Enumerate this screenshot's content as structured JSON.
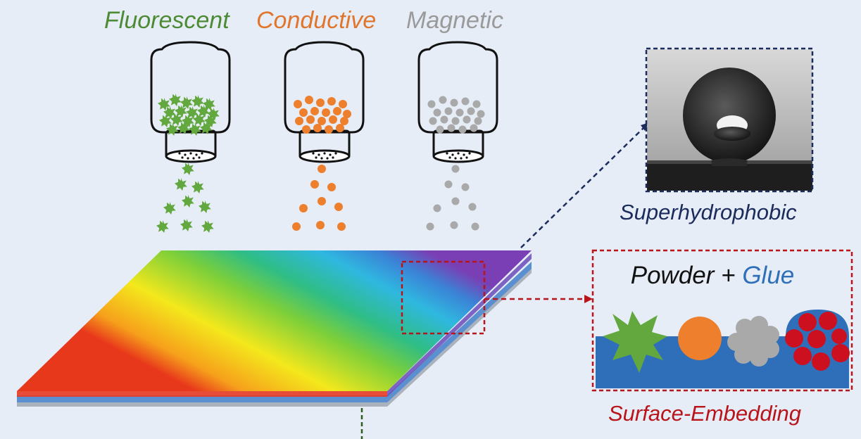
{
  "powders": [
    {
      "name": "Fluorescent",
      "color": "#4c8a34",
      "particle_color": "#62a83e",
      "shape": "star-icon"
    },
    {
      "name": "Conductive",
      "color": "#e0762e",
      "particle_color": "#ee7f2c",
      "shape": "circle-icon"
    },
    {
      "name": "Magnetic",
      "color": "#9a9a9a",
      "particle_color": "#a9a9a9",
      "shape": "blob-icon"
    }
  ],
  "superhydrophobic": {
    "label": "Superhydrophobic",
    "color": "#1b2c5c"
  },
  "embedding_inset": {
    "title_powder": "Powder",
    "title_plus": "+",
    "title_glue": "Glue",
    "title_powder_color": "#111111",
    "title_glue_color": "#2e6fb8",
    "glue_color": "#2f6fba",
    "particle_red": "#cc1020"
  },
  "surface_embedding": {
    "label": "Surface-Embedding",
    "color": "#b8141a"
  },
  "colors": {
    "background": "#e6edf7",
    "blue_dash": "#1b2c5c",
    "red_dash": "#b8141a",
    "green_dash": "#2f5a1e"
  }
}
